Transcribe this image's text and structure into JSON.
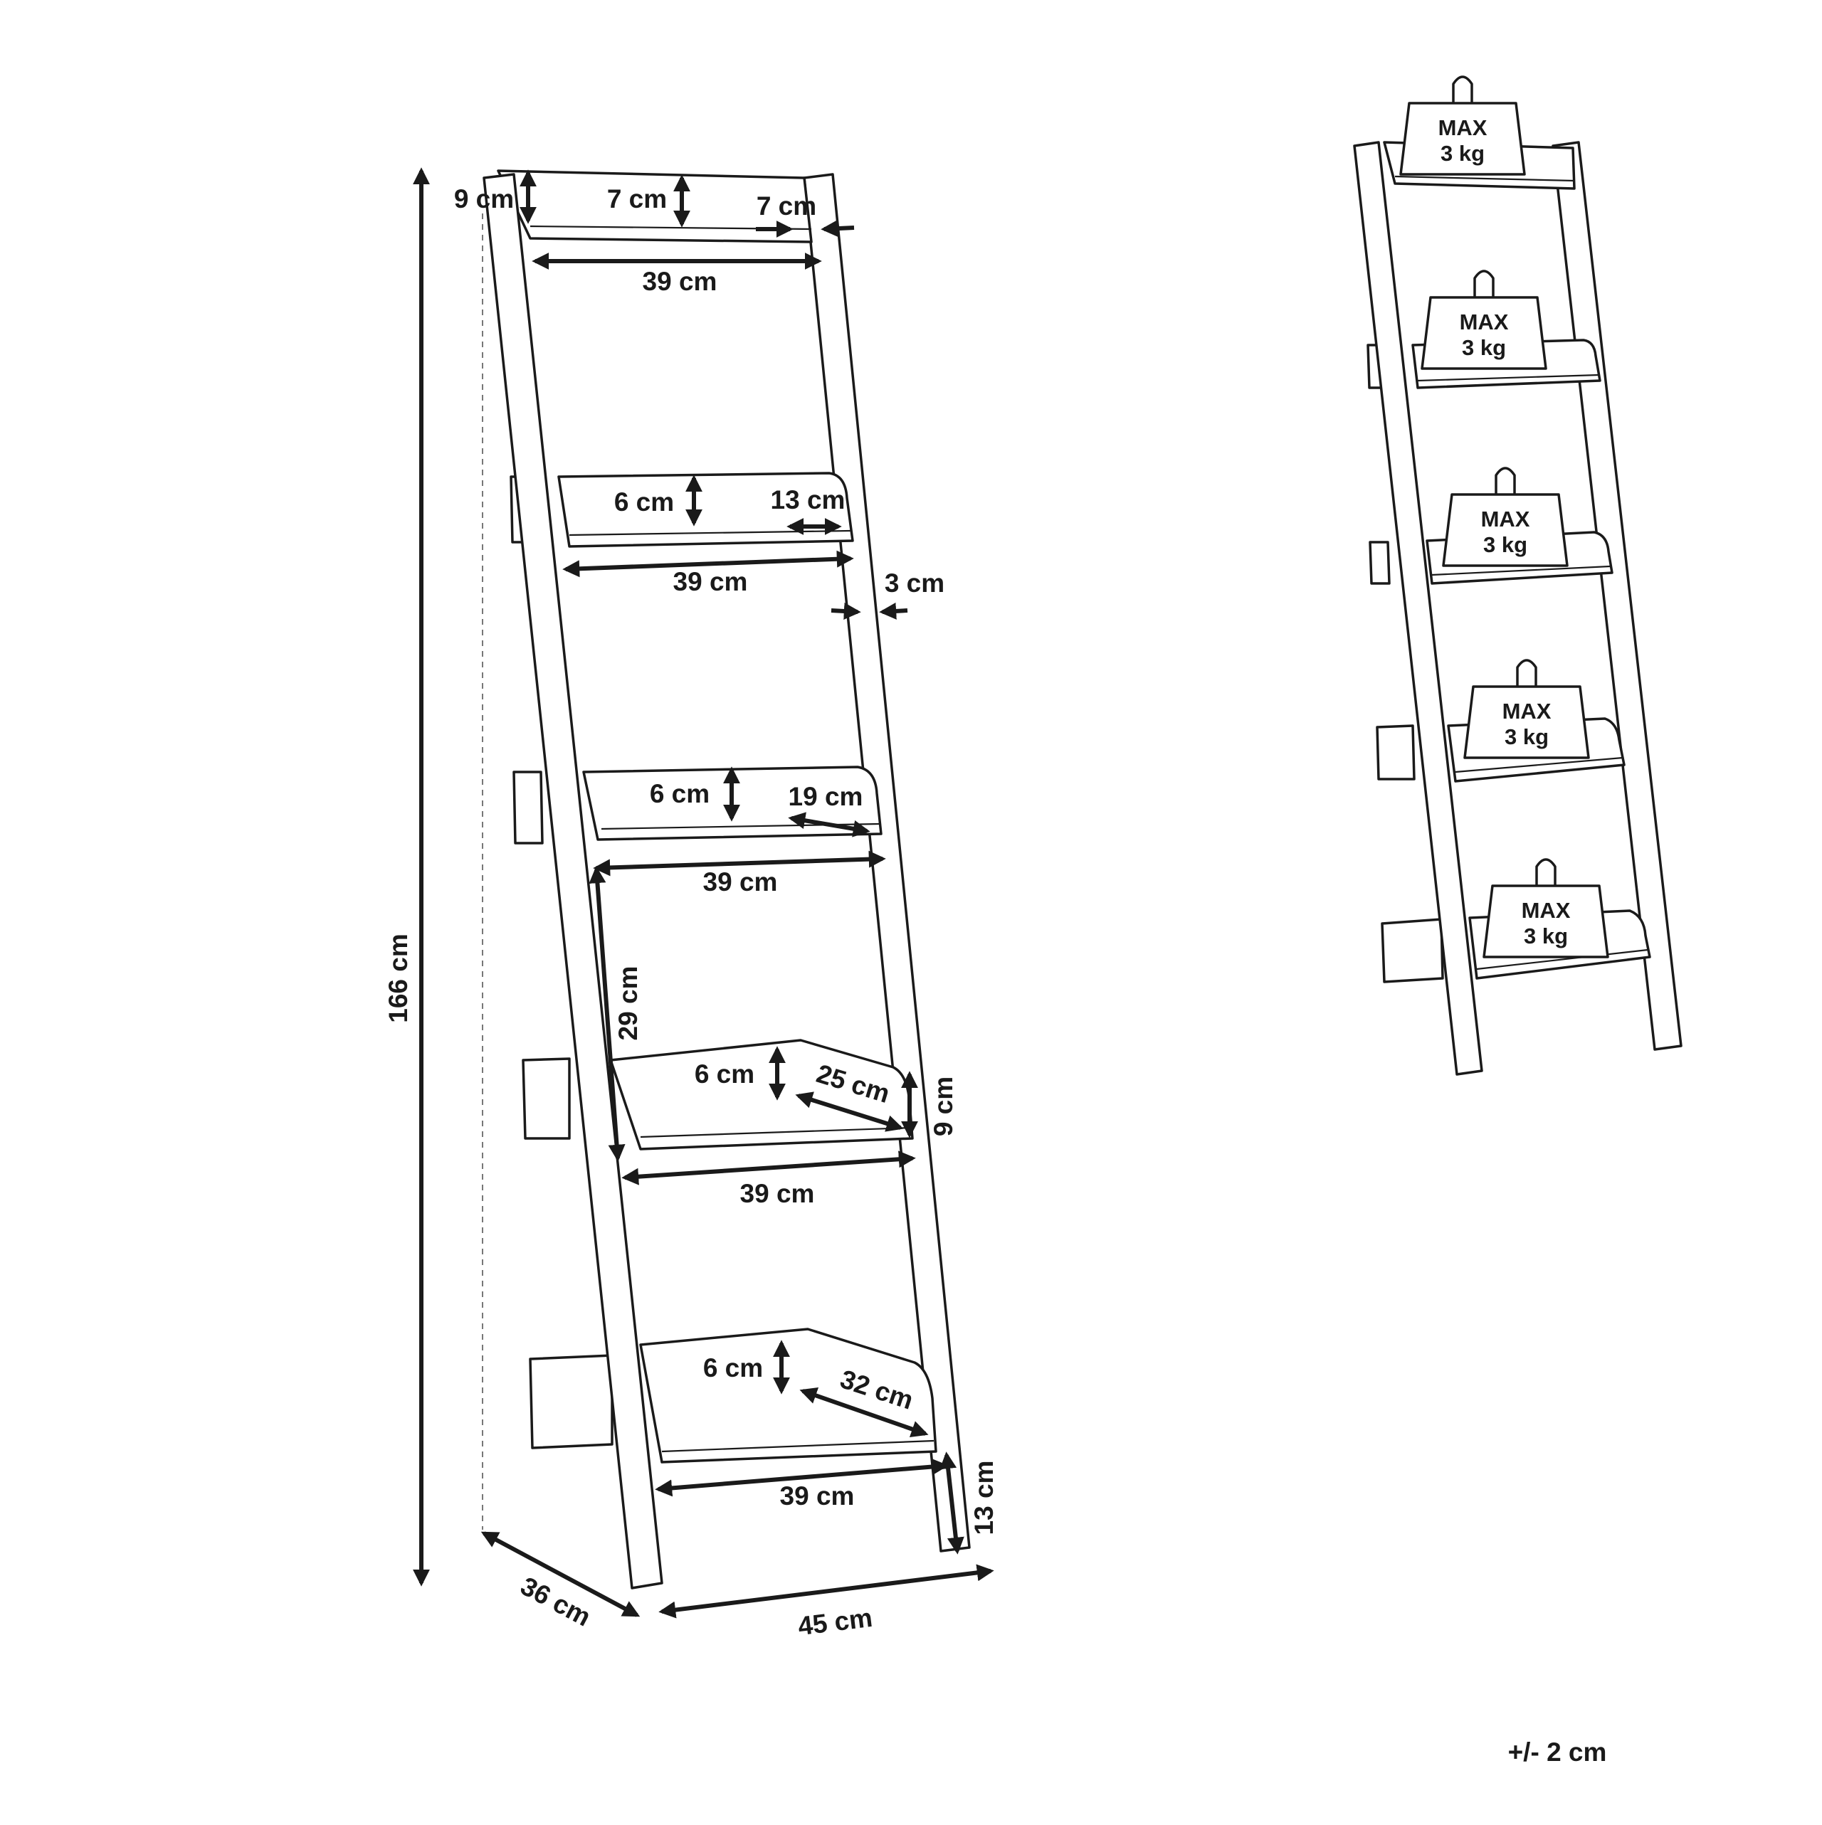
{
  "diagram": {
    "dimensions": {
      "top_rail_height": "9 cm",
      "top_back_height": "7 cm",
      "top_side_depth": "7 cm",
      "top_width": "39 cm",
      "shelf1_back_height": "6 cm",
      "shelf1_depth": "13 cm",
      "shelf1_width": "39 cm",
      "leg_thickness": "3 cm",
      "shelf2_back_height": "6 cm",
      "shelf2_depth": "19 cm",
      "shelf2_width": "39 cm",
      "shelf_spacing": "29 cm",
      "shelf3_back_height": "6 cm",
      "shelf3_depth": "25 cm",
      "shelf3_front_height": "9 cm",
      "shelf3_width": "39 cm",
      "shelf4_back_height": "6 cm",
      "shelf4_depth": "32 cm",
      "shelf4_width": "39 cm",
      "bottom_clearance": "13 cm",
      "total_height": "166 cm",
      "total_depth": "36 cm",
      "total_width": "45 cm"
    },
    "weights": [
      {
        "max": "MAX",
        "load": "3 kg"
      },
      {
        "max": "MAX",
        "load": "3 kg"
      },
      {
        "max": "MAX",
        "load": "3 kg"
      },
      {
        "max": "MAX",
        "load": "3 kg"
      },
      {
        "max": "MAX",
        "load": "3 kg"
      }
    ],
    "tolerance": "+/- 2 cm"
  }
}
